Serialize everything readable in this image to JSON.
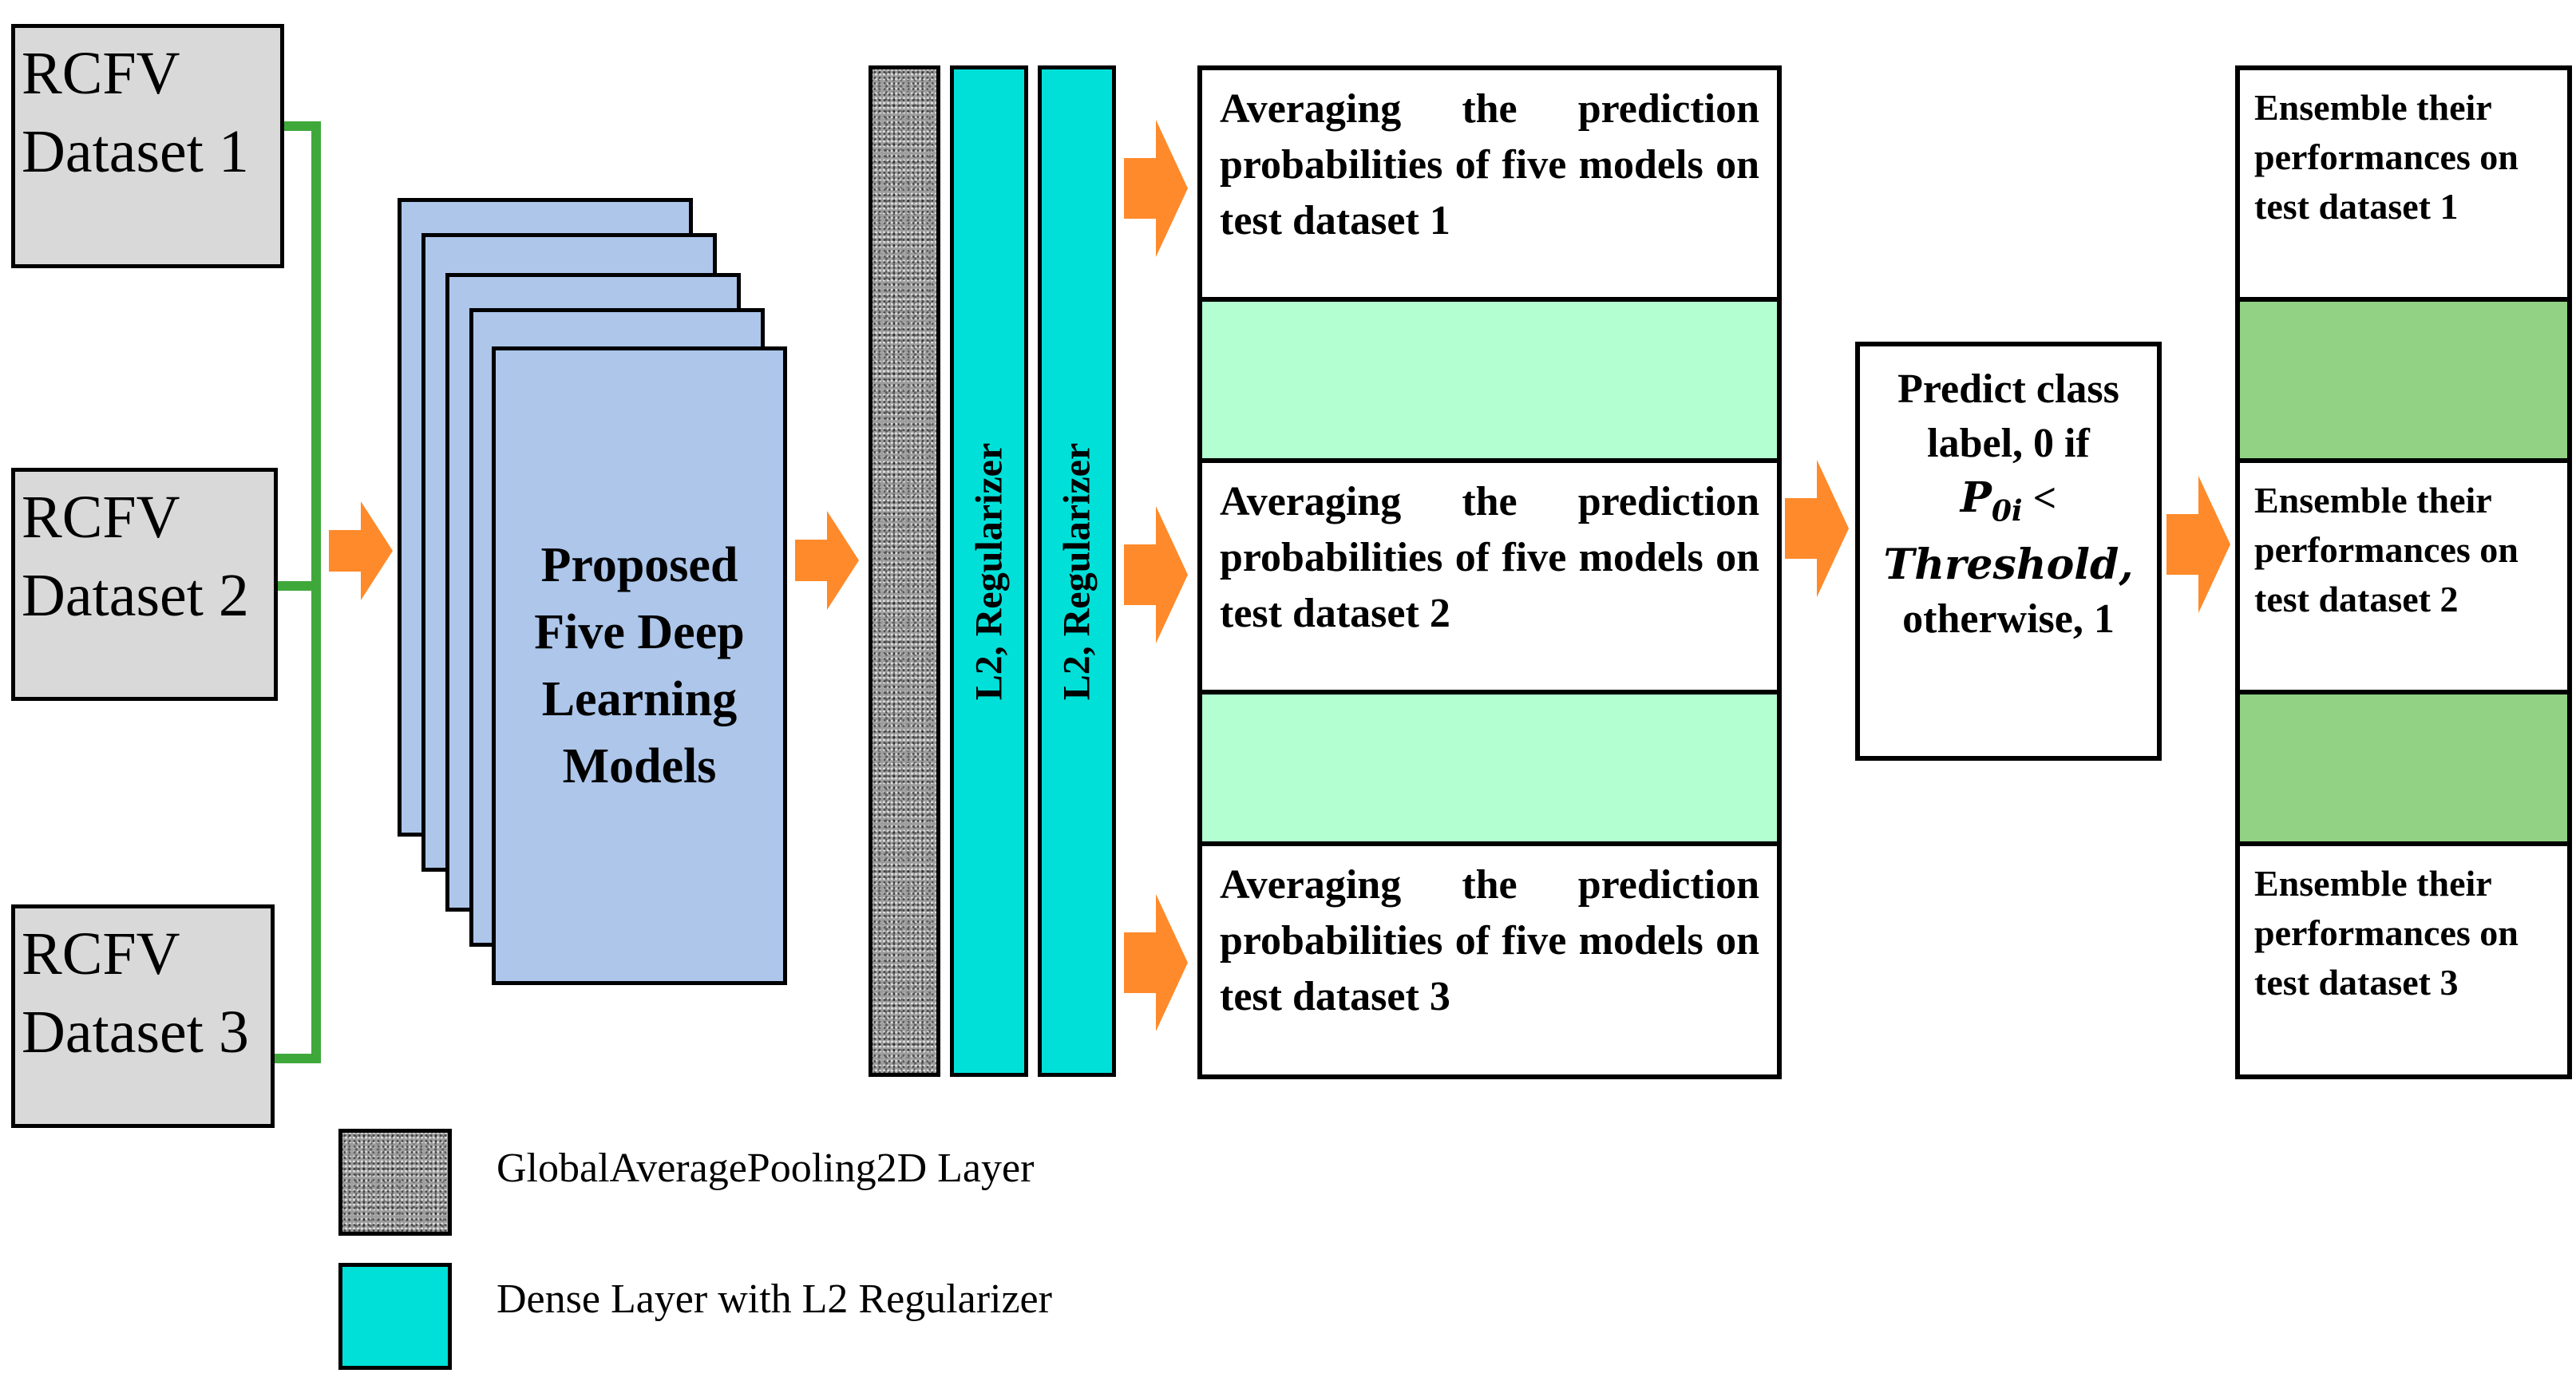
{
  "datasets": [
    {
      "line1": "RCFV",
      "line2": "Dataset 1"
    },
    {
      "line1": "RCFV",
      "line2": "Dataset 2"
    },
    {
      "line1": "RCFV",
      "line2": "Dataset 3"
    }
  ],
  "models": {
    "title": "Proposed Five Deep Learning Models"
  },
  "dense_layers": [
    "L2, Regularizer",
    "L2, Regularizer"
  ],
  "averaging": [
    "Averaging the prediction probabilities of five models on test dataset 1",
    "Averaging the prediction probabilities of five models on test dataset 2",
    "Averaging the prediction probabilities of five models on test dataset 3"
  ],
  "predict": {
    "line1": "Predict class",
    "line2": "label, 0 if",
    "formula_var": "P",
    "formula_sub": "0i",
    "formula_op": " <",
    "threshold": "Threshold,",
    "line5": "otherwise, 1"
  },
  "ensemble": [
    "Ensemble their performances on test dataset 1",
    "Ensemble their performances on test dataset 2",
    "Ensemble their performances on test dataset 3"
  ],
  "legend": [
    {
      "label": "GlobalAveragePooling2D Layer"
    },
    {
      "label": "Dense Layer with L2 Regularizer"
    }
  ],
  "colors": {
    "dataset_fill": "#d9d9d9",
    "connector": "#3fa83b",
    "arrow": "#ff8a2b",
    "model_fill": "#adc6ea",
    "dense_fill": "#00e0d8",
    "avg_spacer": "#b3ffd1",
    "ens_spacer": "#92d285"
  }
}
